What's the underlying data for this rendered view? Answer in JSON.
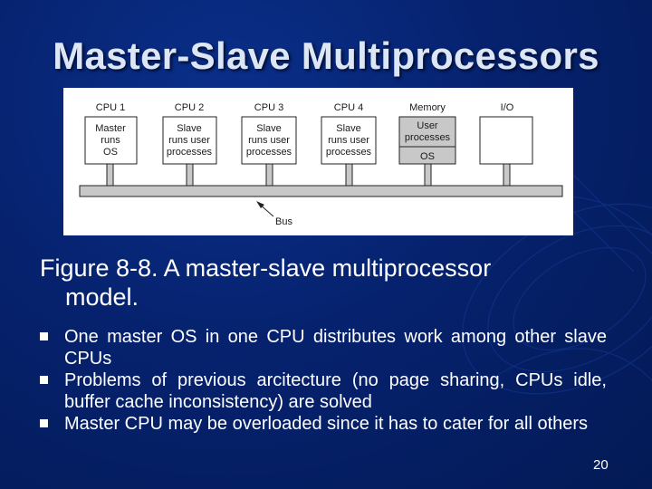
{
  "slide": {
    "title": "Master-Slave Multiprocessors",
    "caption_line1": "Figure 8-8. A master-slave multiprocessor",
    "caption_line2": "model.",
    "page_number": "20"
  },
  "figure": {
    "units": [
      {
        "label": "CPU 1",
        "lines": [
          "Master",
          "runs",
          "OS"
        ]
      },
      {
        "label": "CPU 2",
        "lines": [
          "Slave",
          "runs user",
          "processes"
        ]
      },
      {
        "label": "CPU 3",
        "lines": [
          "Slave",
          "runs user",
          "processes"
        ]
      },
      {
        "label": "CPU 4",
        "lines": [
          "Slave",
          "runs user",
          "processes"
        ]
      },
      {
        "label": "Memory",
        "lines": [
          "User",
          "processes"
        ],
        "lower": "OS"
      },
      {
        "label": "I/O",
        "lines": []
      }
    ],
    "bus_label": "Bus"
  },
  "bullets": [
    "One master OS in one CPU distributes work among other slave CPUs",
    "Problems of previous arcitecture (no page sharing, CPUs idle, buffer cache inconsistency) are solved",
    "Master CPU may be overloaded since it has to cater for all others"
  ]
}
